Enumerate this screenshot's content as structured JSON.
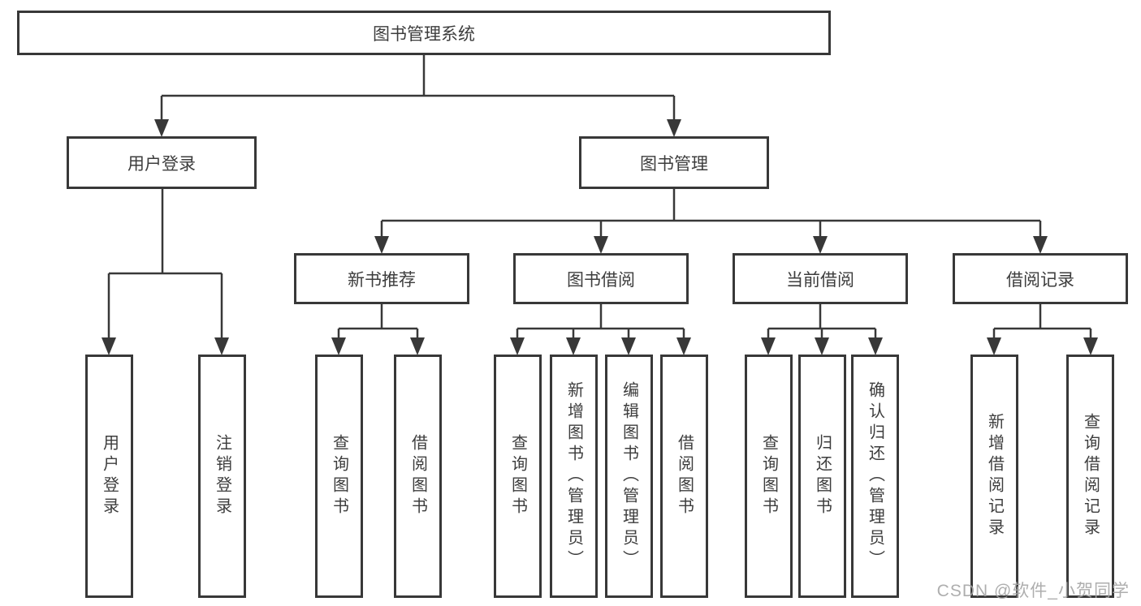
{
  "tree": {
    "label": "图书管理系统",
    "children": [
      {
        "label": "用户登录",
        "children": [
          {
            "label": "用户登录"
          },
          {
            "label": "注销登录"
          }
        ]
      },
      {
        "label": "图书管理",
        "children": [
          {
            "label": "新书推荐",
            "children": [
              {
                "label": "查询图书"
              },
              {
                "label": "借阅图书"
              }
            ]
          },
          {
            "label": "图书借阅",
            "children": [
              {
                "label": "查询图书"
              },
              {
                "label": "新增图书（管理员）"
              },
              {
                "label": "编辑图书（管理员）"
              },
              {
                "label": "借阅图书"
              }
            ]
          },
          {
            "label": "当前借阅",
            "children": [
              {
                "label": "查询图书"
              },
              {
                "label": "归还图书"
              },
              {
                "label": "确认归还（管理员）"
              }
            ]
          },
          {
            "label": "借阅记录",
            "children": [
              {
                "label": "新增借阅记录"
              },
              {
                "label": "查询借阅记录"
              }
            ]
          }
        ]
      }
    ]
  },
  "watermark": "CSDN @软件_小贺同学",
  "colors": {
    "line": "#383838",
    "box_background": "#ffffff",
    "text": "#3d3d3d",
    "watermark": "#a5a5a5"
  }
}
